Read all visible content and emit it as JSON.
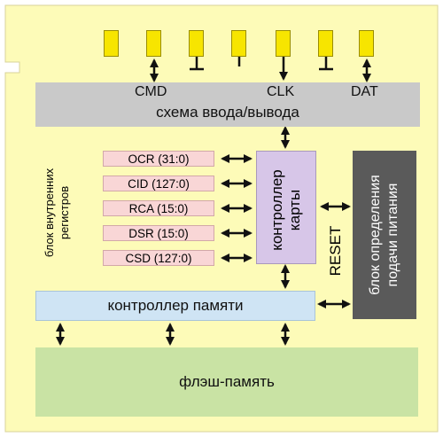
{
  "io": {
    "cmd_label": "CMD",
    "clk_label": "CLK",
    "dat_label": "DAT",
    "block_label": "схема ввода/вывода"
  },
  "registers": {
    "group_label_line1": "блок внутренних",
    "group_label_line2": "регистров",
    "items": [
      {
        "label": "OCR (31:0)"
      },
      {
        "label": "CID (127:0)"
      },
      {
        "label": "RCA (15:0)"
      },
      {
        "label": "DSR (15:0)"
      },
      {
        "label": "CSD (127:0)"
      }
    ]
  },
  "card_controller": {
    "line1": "контроллер",
    "line2": "карты"
  },
  "reset_label": "RESET",
  "power_block": {
    "line1": "блок определения",
    "line2": "подачи питания"
  },
  "memory_controller": {
    "label": "контроллер памяти"
  },
  "flash": {
    "label": "флэш-память"
  },
  "colors": {
    "card_body": "#fdfbb8",
    "io_block": "#c9c9c9",
    "register_fill": "#f9d6d6",
    "controller_fill": "#d7c6e8",
    "power_fill": "#5a5a5a",
    "memctrl_fill": "#cfe4f4",
    "flash_fill": "#c9e3a4",
    "pin_fill": "#f7e500"
  }
}
